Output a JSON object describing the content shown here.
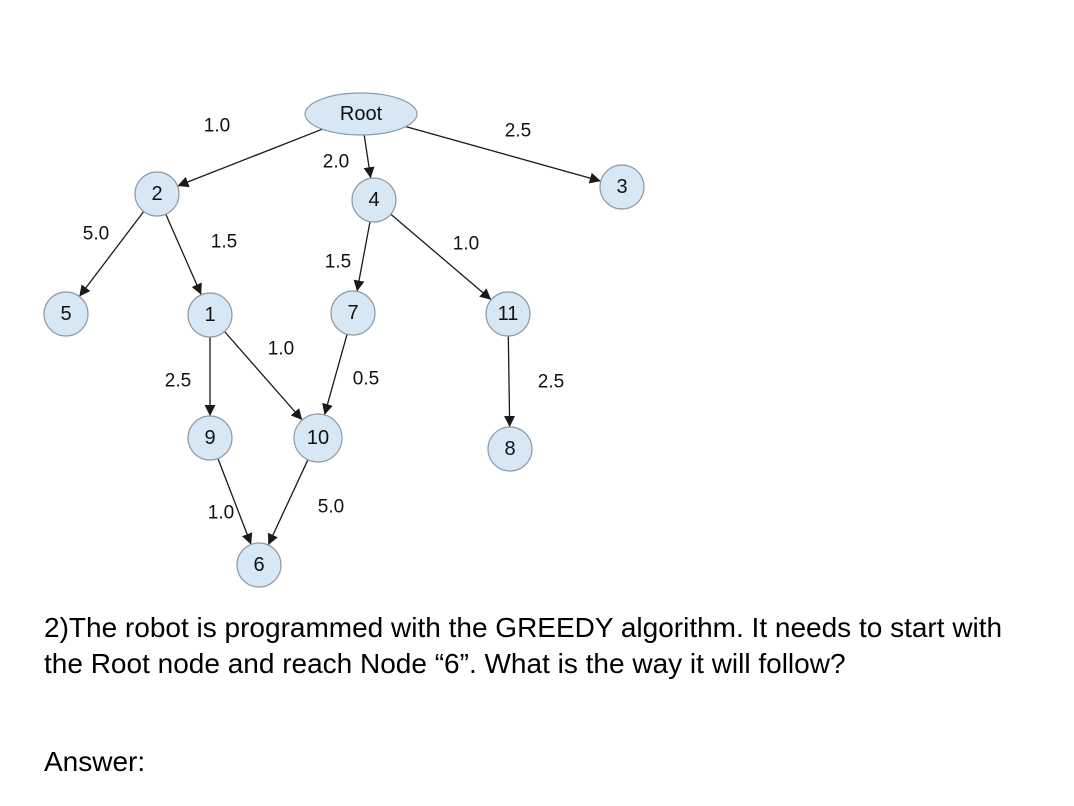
{
  "nodes": [
    {
      "id": "root",
      "label": "Root",
      "shape": "ellipse"
    },
    {
      "id": "n2",
      "label": "2"
    },
    {
      "id": "n4",
      "label": "4"
    },
    {
      "id": "n3",
      "label": "3"
    },
    {
      "id": "n5",
      "label": "5"
    },
    {
      "id": "n1",
      "label": "1"
    },
    {
      "id": "n7",
      "label": "7"
    },
    {
      "id": "n11",
      "label": "11"
    },
    {
      "id": "n9",
      "label": "9"
    },
    {
      "id": "n10",
      "label": "10"
    },
    {
      "id": "n8",
      "label": "8"
    },
    {
      "id": "n6",
      "label": "6"
    }
  ],
  "edges": [
    {
      "from": "root",
      "to": "n2",
      "weight": "1.0"
    },
    {
      "from": "root",
      "to": "n4",
      "weight": "2.0"
    },
    {
      "from": "root",
      "to": "n3",
      "weight": "2.5"
    },
    {
      "from": "n2",
      "to": "n5",
      "weight": "5.0"
    },
    {
      "from": "n2",
      "to": "n1",
      "weight": "1.5"
    },
    {
      "from": "n4",
      "to": "n7",
      "weight": "1.5"
    },
    {
      "from": "n4",
      "to": "n11",
      "weight": "1.0"
    },
    {
      "from": "n1",
      "to": "n9",
      "weight": "2.5"
    },
    {
      "from": "n1",
      "to": "n10",
      "weight": "1.0"
    },
    {
      "from": "n7",
      "to": "n10",
      "weight": "0.5"
    },
    {
      "from": "n11",
      "to": "n8",
      "weight": "2.5"
    },
    {
      "from": "n9",
      "to": "n6",
      "weight": "1.0"
    },
    {
      "from": "n10",
      "to": "n6",
      "weight": "5.0"
    }
  ],
  "colors": {
    "node_fill": "#d7e7f4",
    "node_stroke": "#8e9aa6",
    "edge": "#1a1a1a",
    "text": "#111111"
  },
  "question": {
    "text": "2)The robot is programmed with the GREEDY algorithm. It needs to start with the Root node and reach Node “6”. What is the way it will follow?"
  },
  "answer": {
    "label": "Answer:"
  }
}
